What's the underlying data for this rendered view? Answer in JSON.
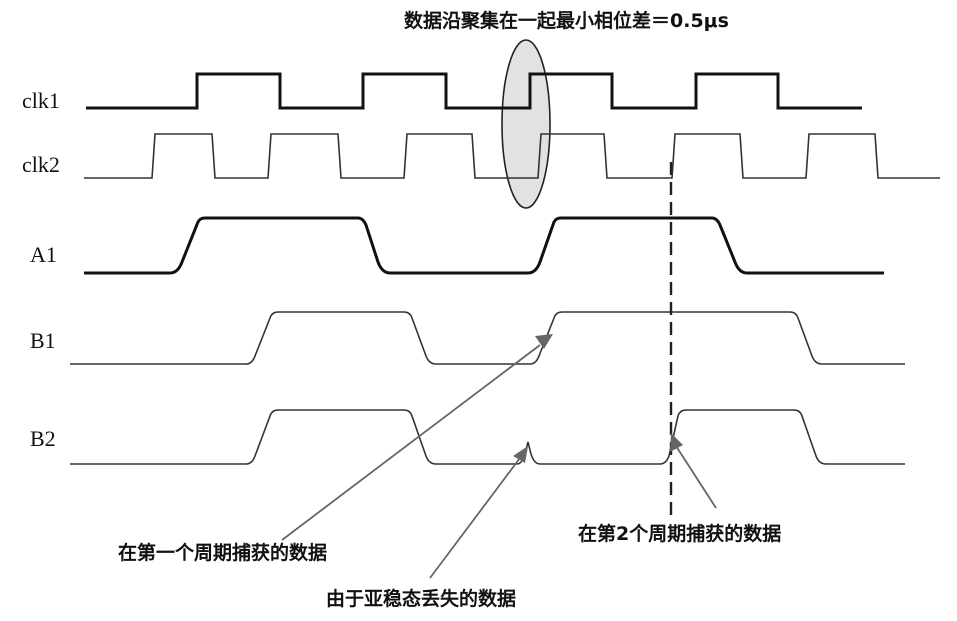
{
  "signals": [
    {
      "id": "clk1",
      "label": "clk1"
    },
    {
      "id": "clk2",
      "label": "clk2"
    },
    {
      "id": "A1",
      "label": "A1"
    },
    {
      "id": "B1",
      "label": "B1"
    },
    {
      "id": "B2",
      "label": "B2"
    }
  ],
  "annotations": {
    "skew_note": "数据沿聚集在一起最小相位差＝0.5μs",
    "first_capture": "在第一个周期捕获的数据",
    "second_capture": "在第2个周期捕获的数据",
    "lost_data": "由于亚稳态丢失的数据"
  },
  "colors": {
    "ink": "#111111",
    "pointer": "#666666",
    "highlight": "#e2e2e2"
  }
}
